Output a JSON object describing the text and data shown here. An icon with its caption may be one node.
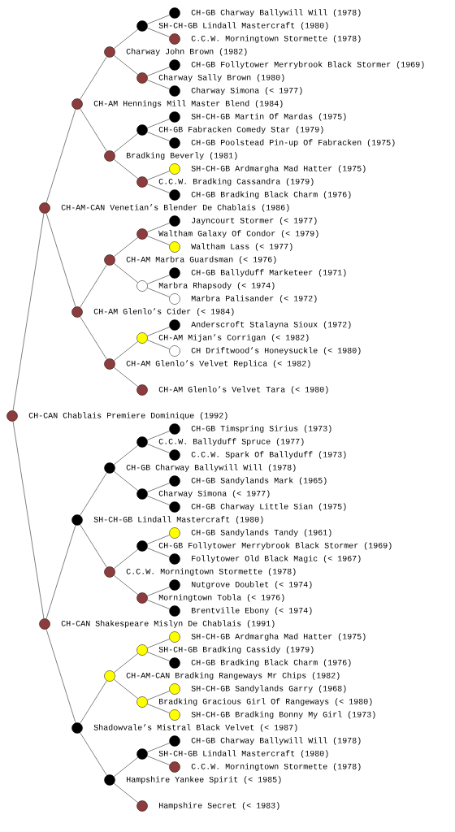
{
  "diagram": {
    "nodes": [
      {
        "text": [
          "CH-GB Charway Ballywill Will (1978)"
        ]
      },
      {
        "text": [
          "SH-CH-GB Lindall Mastercraft (1980)"
        ]
      },
      {
        "text": [
          "C.C.W. Morningtown Stormette (1978)"
        ]
      },
      {
        "text": [
          "Charway John Brown (1982)"
        ]
      },
      {
        "text": [
          "CH-GB Follytower Merrybrook Black Stormer (1969)"
        ]
      },
      {
        "text": [
          "Charway Sally Brown (1980)"
        ]
      },
      {
        "text": [
          "Charway Simona (< 1977)"
        ]
      },
      {
        "text": [
          "CH-AM Hennings Mill Master Blend (1984)"
        ]
      },
      {
        "text": [
          "SH-CH-GB Martin Of Mardas (1975)"
        ]
      },
      {
        "text": [
          "CH-GB Fabracken Comedy Star (1979)"
        ]
      },
      {
        "text": [
          "CH-GB Poolstead Pin-up Of Fabracken (1975)"
        ]
      },
      {
        "text": [
          "Bradking Beverly (1981)"
        ]
      },
      {
        "text": [
          "SH-CH-GB Ardmargha Mad Hatter (1975)"
        ]
      },
      {
        "text": [
          "C.C.W. Bradking Cassandra (1979)"
        ]
      },
      {
        "text": [
          "CH-GB Bradking Black Charm (1976)"
        ]
      },
      {
        "text": [
          "CH-AM-CAN Venetian’s Blender De Chablais (1986)"
        ]
      },
      {
        "text": [
          "Jayncourt Stormer (< 1977)"
        ]
      },
      {
        "text": [
          "Waltham Galaxy Of Condor (< 1979)"
        ]
      },
      {
        "text": [
          "Waltham Lass (< 1977)"
        ]
      },
      {
        "text": [
          "CH-AM Marbra Guardsman (< 1976)"
        ]
      },
      {
        "text": [
          "CH-GB Ballyduff Marketeer (1971)"
        ]
      },
      {
        "text": [
          "Marbra Rhapsody (< 1974)"
        ]
      },
      {
        "text": [
          "Marbra Palisander (< 1972)"
        ]
      },
      {
        "text": [
          "CH-AM Glenlo’s Cider (< 1984)"
        ]
      },
      {
        "text": [
          "Anderscroft Stalayna Sioux (1972)"
        ]
      },
      {
        "text": [
          "CH-AM Mijan’s Corrigan (< 1982)"
        ]
      },
      {
        "text": [
          "CH Driftwood’s Honeysuckle (< 1980)"
        ]
      },
      {
        "text": [
          "CH-AM Glenlo’s Velvet Replica (< 1982)"
        ]
      },
      {
        "text": [
          "CH-AM Glenlo’s Velvet Tara (< 1980)"
        ]
      },
      {
        "text": [
          "CH-CAN Chablais Premiere Dominique (1992)"
        ]
      },
      {
        "text": [
          "CH-GB Timspring Sirius (1973)"
        ]
      },
      {
        "text": [
          "C.C.W. Ballyduff Spruce (1977)"
        ]
      },
      {
        "text": [
          "C.C.W. Spark Of Ballyduff (1973)"
        ]
      },
      {
        "text": [
          "CH-GB Charway Ballywill Will (1978)"
        ]
      },
      {
        "text": [
          "CH-GB Sandylands Mark (1965)"
        ]
      },
      {
        "text": [
          "Charway Simona (< 1977)"
        ]
      },
      {
        "text": [
          "CH-GB Charway Little Sian (1975)"
        ]
      },
      {
        "text": [
          "SH-CH-GB Lindall Mastercraft (1980)"
        ]
      },
      {
        "text": [
          "CH-GB Sandylands Tandy (1961)"
        ]
      },
      {
        "text": [
          "CH-GB Follytower Merrybrook Black Stormer (1969)"
        ]
      },
      {
        "text": [
          "Follytower Old Black Magic (< 1967)"
        ]
      },
      {
        "text": [
          "C.C.W. Morningtown Stormette (1978)"
        ]
      },
      {
        "text": [
          "Nutgrove Doublet (< 1974)"
        ]
      },
      {
        "text": [
          "Morningtown Tobla (< 1976)"
        ]
      },
      {
        "text": [
          "Brentville Ebony (< 1974)"
        ]
      },
      {
        "text": [
          "CH-CAN Shakespeare Mislyn De Chablais (1991)"
        ]
      },
      {
        "text": [
          "SH-CH-GB Ardmargha Mad Hatter (1975)"
        ]
      },
      {
        "text": [
          "SH-CH-GB Bradking Cassidy (1979)"
        ]
      },
      {
        "text": [
          "CH-GB Bradking Black Charm (1976)"
        ]
      },
      {
        "text": [
          "CH-AM-CAN Bradking Rangeways Mr Chips (1982)"
        ]
      },
      {
        "text": [
          "SH-CH-GB Sandylands Garry (1968)"
        ]
      },
      {
        "text": [
          "Bradking Gracious Girl Of Rangeways (< 1980)"
        ]
      },
      {
        "text": [
          "SH-CH-GB Bradking Bonny My Girl (1973)"
        ]
      },
      {
        "text": [
          "Shadowvale’s Mistral Black Velvet (< 1987)"
        ]
      },
      {
        "text": [
          "CH-GB Charway Ballywill Will (1978)"
        ]
      },
      {
        "text": [
          "SH-CH-GB Lindall Mastercraft (1980)"
        ]
      },
      {
        "text": [
          "C.C.W. Morningtown Stormette (1978)"
        ]
      },
      {
        "text": [
          "Hampshire Yankee Spirit (< 1985)"
        ]
      },
      {
        "text": [
          "Hampshire Secret (< 1983)"
        ]
      }
    ],
    "edges": [
      {
        "from": 29,
        "to": 15,
        "arrow": "none"
      },
      {
        "from": 29,
        "to": 45,
        "arrow": "none"
      },
      {
        "from": 15,
        "to": 7,
        "arrow": "none"
      },
      {
        "from": 15,
        "to": 23,
        "arrow": "none"
      },
      {
        "from": 7,
        "to": 3,
        "arrow": "none"
      },
      {
        "from": 7,
        "to": 11,
        "arrow": "none"
      },
      {
        "from": 3,
        "to": 1,
        "arrow": "none"
      },
      {
        "from": 3,
        "to": 5,
        "arrow": "none"
      },
      {
        "from": 1,
        "to": 0,
        "arrow": "none"
      },
      {
        "from": 1,
        "to": 2,
        "arrow": "none"
      },
      {
        "from": 5,
        "to": 4,
        "arrow": "none"
      },
      {
        "from": 5,
        "to": 6,
        "arrow": "none"
      },
      {
        "from": 11,
        "to": 9,
        "arrow": "none"
      },
      {
        "from": 11,
        "to": 13,
        "arrow": "none"
      },
      {
        "from": 9,
        "to": 8,
        "arrow": "none"
      },
      {
        "from": 9,
        "to": 10,
        "arrow": "none"
      },
      {
        "from": 13,
        "to": 12,
        "arrow": "none"
      },
      {
        "from": 13,
        "to": 14,
        "arrow": "none"
      },
      {
        "from": 23,
        "to": 19,
        "arrow": "none"
      },
      {
        "from": 23,
        "to": 27,
        "arrow": "none"
      },
      {
        "from": 19,
        "to": 17,
        "arrow": "none"
      },
      {
        "from": 19,
        "to": 21,
        "arrow": "none"
      },
      {
        "from": 17,
        "to": 16,
        "arrow": "none"
      },
      {
        "from": 17,
        "to": 18,
        "arrow": "none"
      },
      {
        "from": 21,
        "to": 20,
        "arrow": "none"
      },
      {
        "from": 21,
        "to": 22,
        "arrow": "none"
      },
      {
        "from": 27,
        "to": 25,
        "arrow": "none"
      },
      {
        "from": 27,
        "to": 28,
        "arrow": "none"
      },
      {
        "from": 25,
        "to": 24,
        "arrow": "none"
      },
      {
        "from": 25,
        "to": 26,
        "arrow": "none"
      },
      {
        "from": 45,
        "to": 37,
        "arrow": "none"
      },
      {
        "from": 45,
        "to": 53,
        "arrow": "none"
      },
      {
        "from": 37,
        "to": 33,
        "arrow": "none"
      },
      {
        "from": 37,
        "to": 41,
        "arrow": "none"
      },
      {
        "from": 33,
        "to": 31,
        "arrow": "none"
      },
      {
        "from": 33,
        "to": 35,
        "arrow": "none"
      },
      {
        "from": 31,
        "to": 30,
        "arrow": "none"
      },
      {
        "from": 31,
        "to": 32,
        "arrow": "none"
      },
      {
        "from": 35,
        "to": 34,
        "arrow": "none"
      },
      {
        "from": 35,
        "to": 36,
        "arrow": "none"
      },
      {
        "from": 41,
        "to": 39,
        "arrow": "none"
      },
      {
        "from": 41,
        "to": 43,
        "arrow": "none"
      },
      {
        "from": 39,
        "to": 38,
        "arrow": "none"
      },
      {
        "from": 39,
        "to": 40,
        "arrow": "none"
      },
      {
        "from": 43,
        "to": 42,
        "arrow": "none"
      },
      {
        "from": 43,
        "to": 44,
        "arrow": "none"
      },
      {
        "from": 53,
        "to": 49,
        "arrow": "none"
      },
      {
        "from": 53,
        "to": 57,
        "arrow": "none"
      },
      {
        "from": 49,
        "to": 47,
        "arrow": "none"
      },
      {
        "from": 49,
        "to": 51,
        "arrow": "none"
      },
      {
        "from": 47,
        "to": 46,
        "arrow": "none"
      },
      {
        "from": 47,
        "to": 48,
        "arrow": "none"
      },
      {
        "from": 51,
        "to": 50,
        "arrow": "none"
      },
      {
        "from": 51,
        "to": 52,
        "arrow": "none"
      },
      {
        "from": 57,
        "to": 55,
        "arrow": "none"
      },
      {
        "from": 57,
        "to": 58,
        "arrow": "none"
      },
      {
        "from": 55,
        "to": 54,
        "arrow": "none"
      },
      {
        "from": 55,
        "to": 56,
        "arrow": "none"
      }
    ]
  }
}
